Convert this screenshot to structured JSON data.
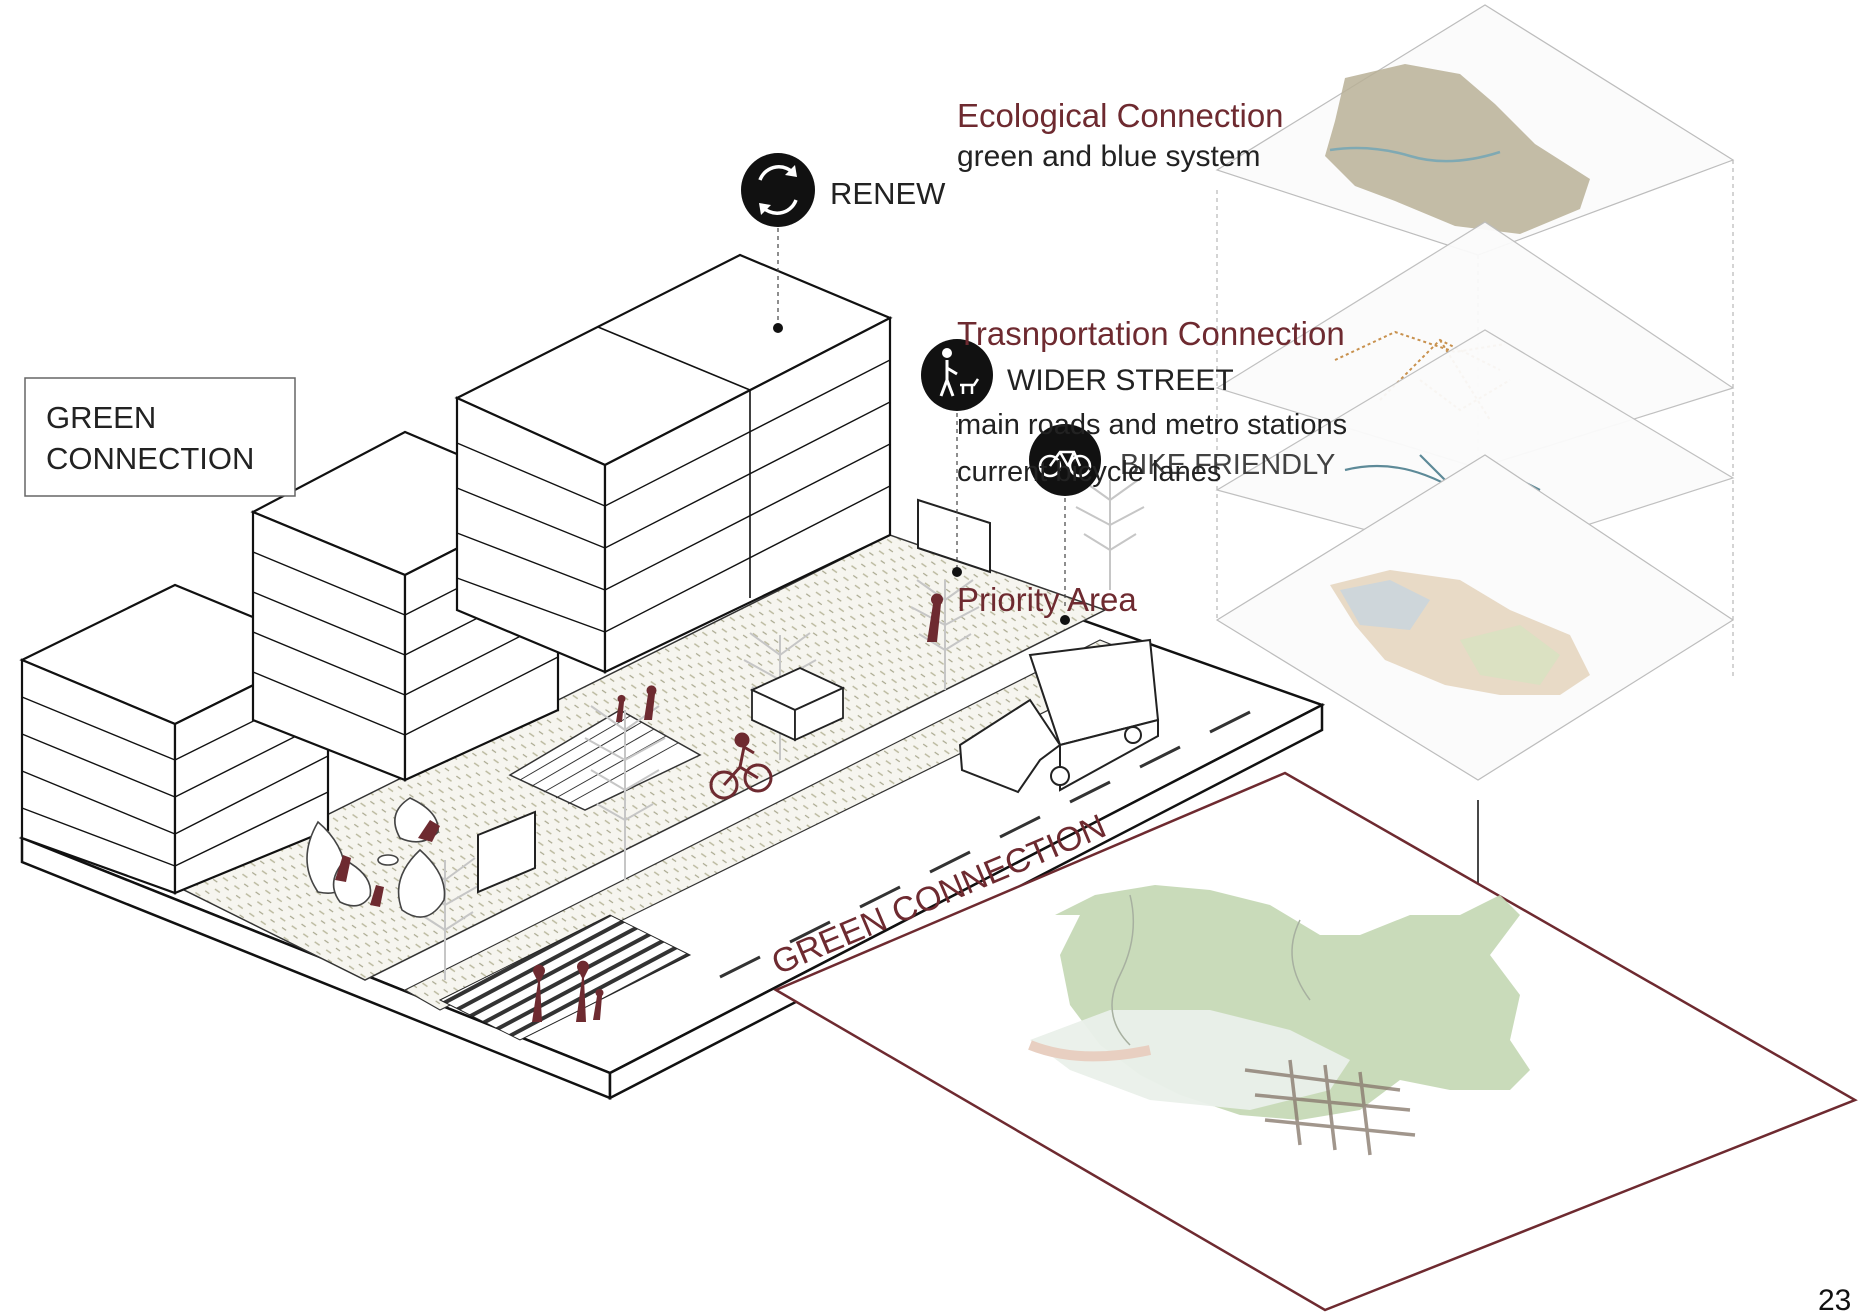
{
  "box_label": {
    "line1": "GREEN",
    "line2": "CONNECTION"
  },
  "callouts": {
    "renew": "RENEW",
    "wider_street": "WIDER STREET",
    "bike_friendly": "BIKE FRIENDLY",
    "priority_area": "Priority Area"
  },
  "layers": {
    "ecological": {
      "title": "Ecological Connection",
      "subtitle": "green and blue system"
    },
    "transportation": {
      "title": "Trasnportation Connection",
      "line1": "main roads and metro stations",
      "line2": "current bicycle lanes"
    }
  },
  "map_caption": "GREEN CONNECTION",
  "page_number": "23",
  "colors": {
    "accent": "#6e2a30",
    "ink": "#222222",
    "map_green": "#a8c49a",
    "map_olive": "#b7ad92"
  },
  "icons": [
    "renew-icon",
    "pedestrian-dog-icon",
    "bicycle-icon",
    "arrow-down-icon"
  ]
}
